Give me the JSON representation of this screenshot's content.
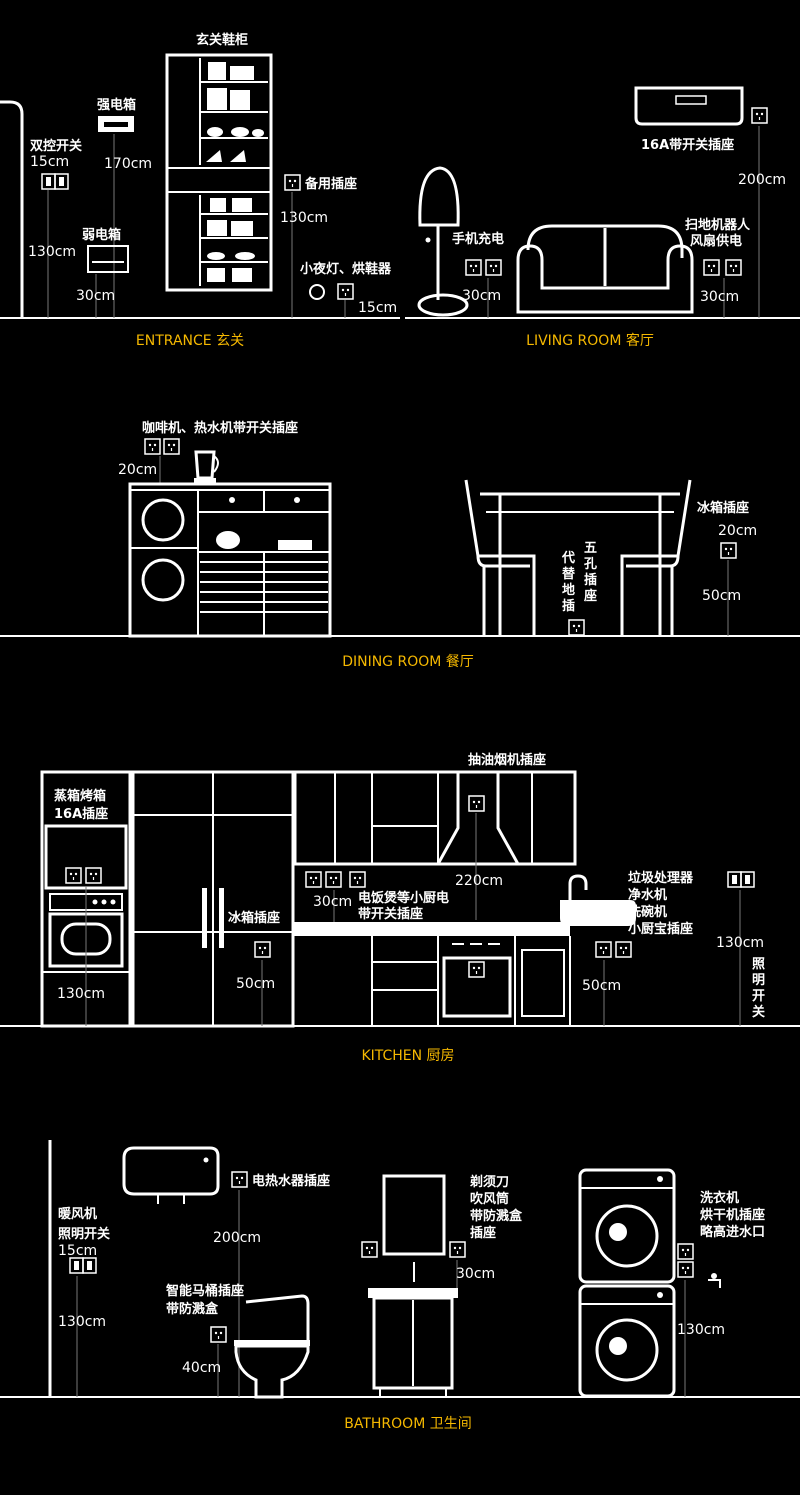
{
  "sections": [
    {
      "id": "entrance",
      "caption": "ENTRANCE 玄关"
    },
    {
      "id": "living",
      "caption": "LIVING ROOM 客厅"
    },
    {
      "id": "dining",
      "caption": "DINING ROOM 餐厅"
    },
    {
      "id": "kitchen",
      "caption": "KITCHEN 厨房"
    },
    {
      "id": "bathroom",
      "caption": "BATHROOM 卫生间"
    }
  ],
  "entrance": {
    "shoe_cabinet": "玄关鞋柜",
    "strong_box": "强电箱",
    "strong_box_height": "170cm",
    "dual_switch": "双控开关",
    "dual_switch_offset": "15cm",
    "dual_switch_height": "130cm",
    "weak_box": "弱电箱",
    "weak_box_height": "30cm",
    "spare_socket": "备用插座",
    "spare_socket_height": "130cm",
    "night_light": "小夜灯、烘鞋器",
    "night_light_height": "15cm"
  },
  "living": {
    "ac_socket": "16A带开关插座",
    "ac_height": "200cm",
    "phone_charge": "手机充电",
    "phone_charge_height": "30cm",
    "robot_fan_line1": "扫地机器人",
    "robot_fan_line2": "风扇供电",
    "robot_fan_height": "30cm"
  },
  "dining": {
    "coffee_socket": "咖啡机、热水机带开关插座",
    "coffee_height": "20cm",
    "fridge_socket": "冰箱插座",
    "fridge_offset": "20cm",
    "fridge_height": "50cm",
    "floor_socket_col1": "代替地插",
    "floor_socket_col2": "五孔插座"
  },
  "kitchen": {
    "oven_line1": "蒸箱烤箱",
    "oven_line2": "16A插座",
    "oven_height": "130cm",
    "hood_socket": "抽油烟机插座",
    "hood_height": "220cm",
    "appliance_height": "30cm",
    "appliance_line1": "电饭煲等小厨电",
    "appliance_line2": "带开关插座",
    "fridge_socket": "冰箱插座",
    "fridge_height": "50cm",
    "sink_line1": "垃圾处理器",
    "sink_line2": "净水机",
    "sink_line3": "洗碗机",
    "sink_line4": "小厨宝插座",
    "sink_height": "50cm",
    "light_switch": "照明开关",
    "light_switch_height": "130cm"
  },
  "bathroom": {
    "heater_socket": "电热水器插座",
    "heater_height": "200cm",
    "fan_switch_line1": "暖风机",
    "fan_switch_line2": "照明开关",
    "fan_switch_offset": "15cm",
    "fan_switch_height": "130cm",
    "toilet_line1": "智能马桶插座",
    "toilet_line2": "带防溅盒",
    "toilet_height": "40cm",
    "razor_line1": "剃须刀",
    "razor_line2": "吹风筒",
    "razor_line3": "带防溅盒",
    "razor_line4": "插座",
    "razor_height": "30cm",
    "washer_line1": "洗衣机",
    "washer_line2": "烘干机插座",
    "washer_line3": "略高进水口",
    "washer_height": "130cm"
  }
}
